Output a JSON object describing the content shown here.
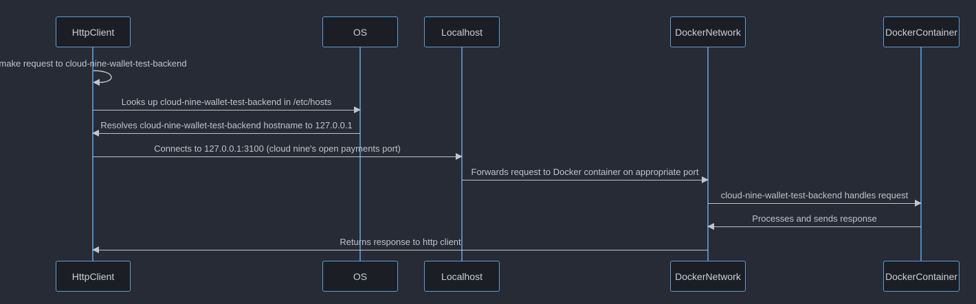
{
  "diagram": {
    "kind": "sequence-diagram",
    "theme": "dark",
    "actors": [
      {
        "name": "HttpClient"
      },
      {
        "name": "OS"
      },
      {
        "name": "Localhost"
      },
      {
        "name": "DockerNetwork"
      },
      {
        "name": "DockerContainer"
      }
    ],
    "messages": [
      {
        "from": "HttpClient",
        "to": "HttpClient",
        "type": "self",
        "label": "make request to cloud-nine-wallet-test-backend"
      },
      {
        "from": "HttpClient",
        "to": "OS",
        "type": "solid-arrow",
        "label": "Looks up cloud-nine-wallet-test-backend in /etc/hosts"
      },
      {
        "from": "OS",
        "to": "HttpClient",
        "type": "solid-arrow",
        "label": "Resolves cloud-nine-wallet-test-backend hostname to 127.0.0.1"
      },
      {
        "from": "HttpClient",
        "to": "Localhost",
        "type": "solid-arrow",
        "label": "Connects to 127.0.0.1:3100 (cloud nine's open payments port)"
      },
      {
        "from": "Localhost",
        "to": "DockerNetwork",
        "type": "solid-arrow",
        "label": "Forwards request to Docker container on appropriate port"
      },
      {
        "from": "DockerNetwork",
        "to": "DockerContainer",
        "type": "solid-arrow",
        "label": "cloud-nine-wallet-test-backend handles request"
      },
      {
        "from": "DockerContainer",
        "to": "DockerNetwork",
        "type": "solid-arrow",
        "label": "Processes and sends response"
      },
      {
        "from": "DockerNetwork",
        "to": "HttpClient",
        "type": "solid-arrow",
        "label": "Returns response to http client"
      }
    ],
    "colors": {
      "background": "#272b35",
      "actor_fill": "#1b1e25",
      "actor_border": "#619ed6",
      "lifeline": "#5886b8",
      "message_line": "#c0c5cb",
      "text": "#c9cfd6"
    }
  }
}
